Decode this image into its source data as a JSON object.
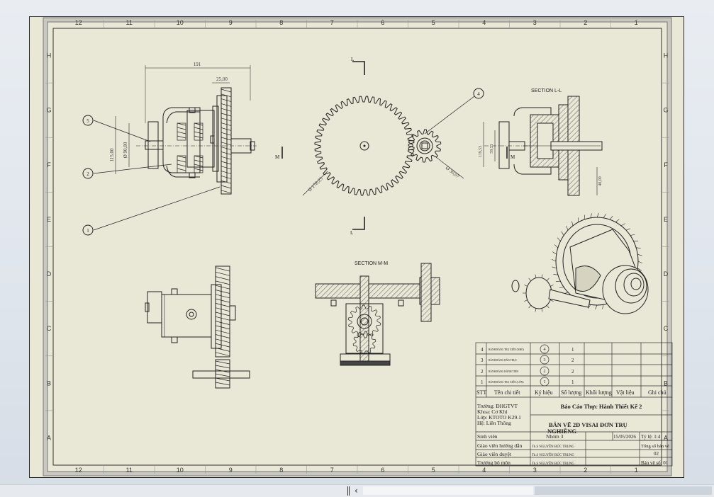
{
  "sheet": {
    "zones_top": [
      "12",
      "11",
      "10",
      "9",
      "8",
      "7",
      "6",
      "5",
      "4",
      "3",
      "2",
      "1"
    ],
    "zones_side": [
      "H",
      "G",
      "F",
      "E",
      "D",
      "C",
      "B",
      "A"
    ]
  },
  "views": {
    "section_ll": "SECTION L-L",
    "section_mm": "SECTION M-M",
    "cut_l": "L",
    "cut_m": "M"
  },
  "dimensions": {
    "d191": "191",
    "d25": "25,00",
    "d115": "115,00",
    "d90": "Ø 90,00",
    "d178": "Ø 178,25",
    "d30": "Ø 30,07",
    "d119": "119,53",
    "d5951": "59,51",
    "d4": "40,00"
  },
  "balloons": [
    "5",
    "2",
    "1",
    "4"
  ],
  "title_block": {
    "bom": [
      {
        "no": "4",
        "name": "BÁNH RĂNG TRỤ XIÊN (NHỎ)",
        "balloon": "4",
        "qty": "1"
      },
      {
        "no": "3",
        "name": "BÁNH RĂNG BÁN TRỤC",
        "balloon": "3",
        "qty": "2"
      },
      {
        "no": "2",
        "name": "BÁNH RĂNG HÀNH TINH",
        "balloon": "2",
        "qty": "2"
      },
      {
        "no": "1",
        "name": "BÁNH RĂNG TRỤ XIÊN (LỚN)",
        "balloon": "1",
        "qty": "1"
      }
    ],
    "headers": {
      "stt": "STT",
      "name": "Tên chi tiết",
      "mark": "Ký hiệu",
      "qty": "Số lượng",
      "mass": "Khối lượng",
      "material": "Vật liệu",
      "note": "Ghi chú"
    },
    "school": "Trường: ĐHGTVT",
    "faculty": "Khoa: Cơ Khí",
    "class": "Lớp: KTOTO K29.1",
    "system": "Hệ: Liên Thông",
    "report": "Báo Cáo Thực Hành Thiết Kế 2",
    "drawing_title": "BẢN VẼ 2D VISAI ĐƠN TRỤ NGHIÊNG",
    "rows": {
      "student": "Sinh viên",
      "group": "Nhóm 3",
      "date": "15/05/2026",
      "scale": "Tỷ lệ: 1:4",
      "advisor": "Giáo viên hướng dẫn",
      "advisor_name": "Th.S NGUYỄN ĐỨC TRUNG",
      "reviewer": "Giáo viên duyệt",
      "reviewer_name": "Th.S NGUYỄN ĐỨC TRUNG",
      "head": "Trưởng bộ môn",
      "head_name": "Th.S NGUYỄN ĐỨC TRUNG",
      "total_sheets": "Tổng số bản vẽ",
      "total_value": "02",
      "sheet_no": "Bản vẽ số: 01"
    }
  }
}
